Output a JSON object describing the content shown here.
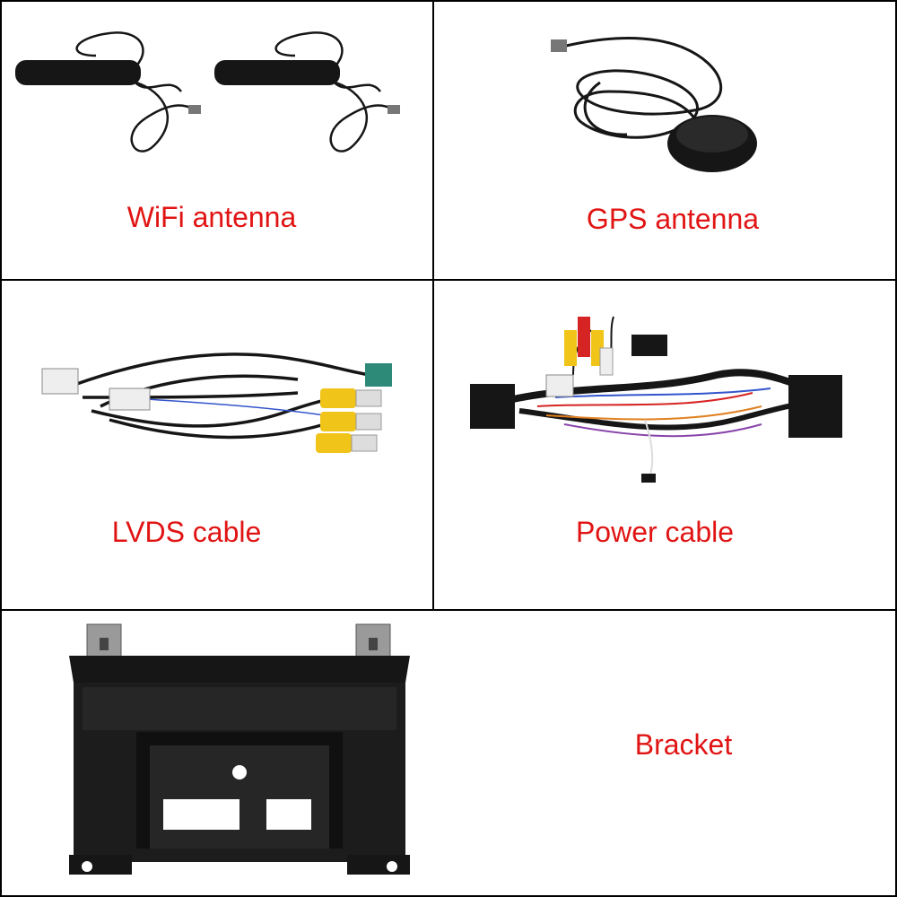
{
  "colors": {
    "label": "#e11414",
    "grid": "#000000",
    "product_black": "#161616",
    "connector_yellow": "#f0c419",
    "connector_red": "#d62424",
    "connector_white": "#eeeeee",
    "connector_teal": "#2d8a78"
  },
  "items": [
    {
      "label": "WiFi antenna",
      "icon": "wifi-antenna-icon"
    },
    {
      "label": "GPS antenna",
      "icon": "gps-antenna-icon"
    },
    {
      "label": "LVDS cable",
      "icon": "lvds-cable-icon"
    },
    {
      "label": "Power cable",
      "icon": "power-cable-icon"
    },
    {
      "label": "Bracket",
      "icon": "bracket-icon"
    }
  ]
}
